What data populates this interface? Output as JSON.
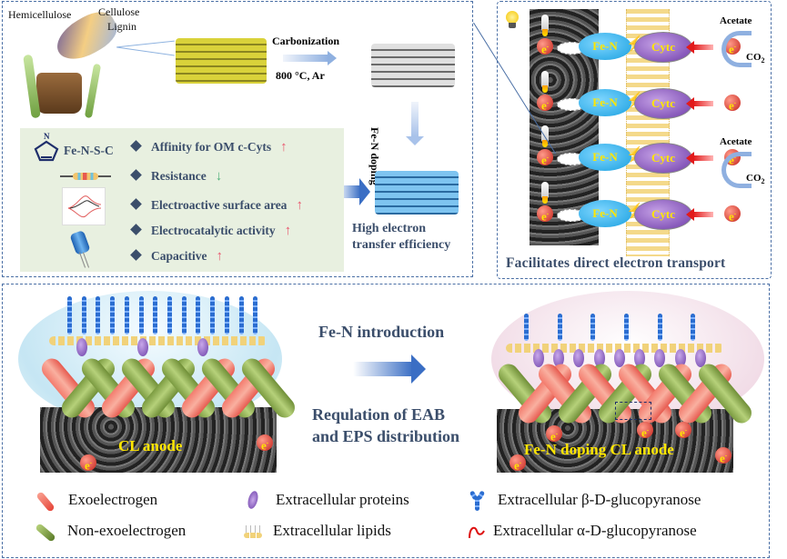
{
  "top_left_panel": {
    "biomass_labels": {
      "hemicellulose": "Hemicellulose",
      "cellulose": "Cellulose",
      "lignin": "Lignin"
    },
    "carbonization": {
      "label": "Carbonization",
      "condition": "800 °C,  Ar"
    },
    "doping_label": "Fe-N doping",
    "result_label_line1": "High electron",
    "result_label_line2": "transfer efficiency",
    "material_name": "Fe-N-S-C",
    "molecule_atom": "N",
    "properties": [
      {
        "label": "Affinity for OM c-Cyts",
        "trend": "up",
        "trend_icon": "↑"
      },
      {
        "label": "Resistance",
        "trend": "down",
        "trend_icon": "↓"
      },
      {
        "label": "Electroactive surface area",
        "trend": "up",
        "trend_icon": "↑"
      },
      {
        "label": "Electrocatalytic activity",
        "trend": "up",
        "trend_icon": "↑"
      },
      {
        "label": "Capacitive",
        "trend": "up",
        "trend_icon": "↑"
      }
    ]
  },
  "top_right_panel": {
    "title": "Facilitates direct electron transport",
    "electron_symbol": "e",
    "electron_sup": "-",
    "fen_label": "Fe-N",
    "cytc_label": "Cytc",
    "acetate_label": "Acetate",
    "co2_label": "CO",
    "co2_sub": "2",
    "rows": 4
  },
  "bottom_panel": {
    "left_anode_label": "CL anode",
    "right_anode_label": "Fe-N doping CL anode",
    "process_label": "Fe-N introduction",
    "regulation_line1": "Requlation of EAB",
    "regulation_line2": "and EPS distribution",
    "electron_symbol": "e",
    "electron_sup": "-"
  },
  "legend": [
    {
      "icon": "exoelectrogen-icon",
      "label": "Exoelectrogen"
    },
    {
      "icon": "extracellular-proteins-icon",
      "label": "Extracellular proteins"
    },
    {
      "icon": "beta-glucopyranose-icon",
      "label": "Extracellular β-D-glucopyranose"
    },
    {
      "icon": "non-exoelectrogen-icon",
      "label": "Non-exoelectrogen"
    },
    {
      "icon": "extracellular-lipids-icon",
      "label": "Extracellular lipids"
    },
    {
      "icon": "alpha-glucopyranose-icon",
      "label": "Extracellular α-D-glucopyranose"
    }
  ],
  "colors": {
    "frame_dash": "#4a6fa5",
    "heading_navy": "#3b4e6b",
    "up_arrow": "#e9566d",
    "down_arrow": "#4fb07a",
    "panel_bg": "#e8f0e0",
    "electron_text": "#ffe600"
  }
}
